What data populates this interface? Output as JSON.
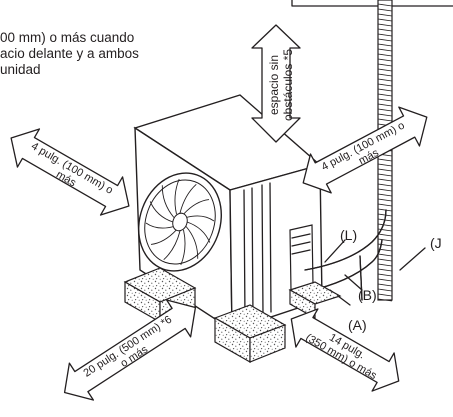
{
  "note": {
    "lines": [
      "00 mm) o más cuando",
      "acio delante y a ambos",
      "unidad"
    ]
  },
  "clearances": {
    "top": [
      "espacio sin",
      "obstáculos *5"
    ],
    "left": [
      "4 pulg. (100 mm) o",
      "más"
    ],
    "right": [
      "4 pulg. (100 mm) o",
      "más"
    ],
    "front": [
      "20 pulg. (500 mm) *6",
      "o más"
    ],
    "front_right": [
      "14 pulg.",
      "(350 mm) o más"
    ]
  },
  "callouts": {
    "L": "(L)",
    "B": "(B)",
    "A": "(A)",
    "J": "(J"
  }
}
